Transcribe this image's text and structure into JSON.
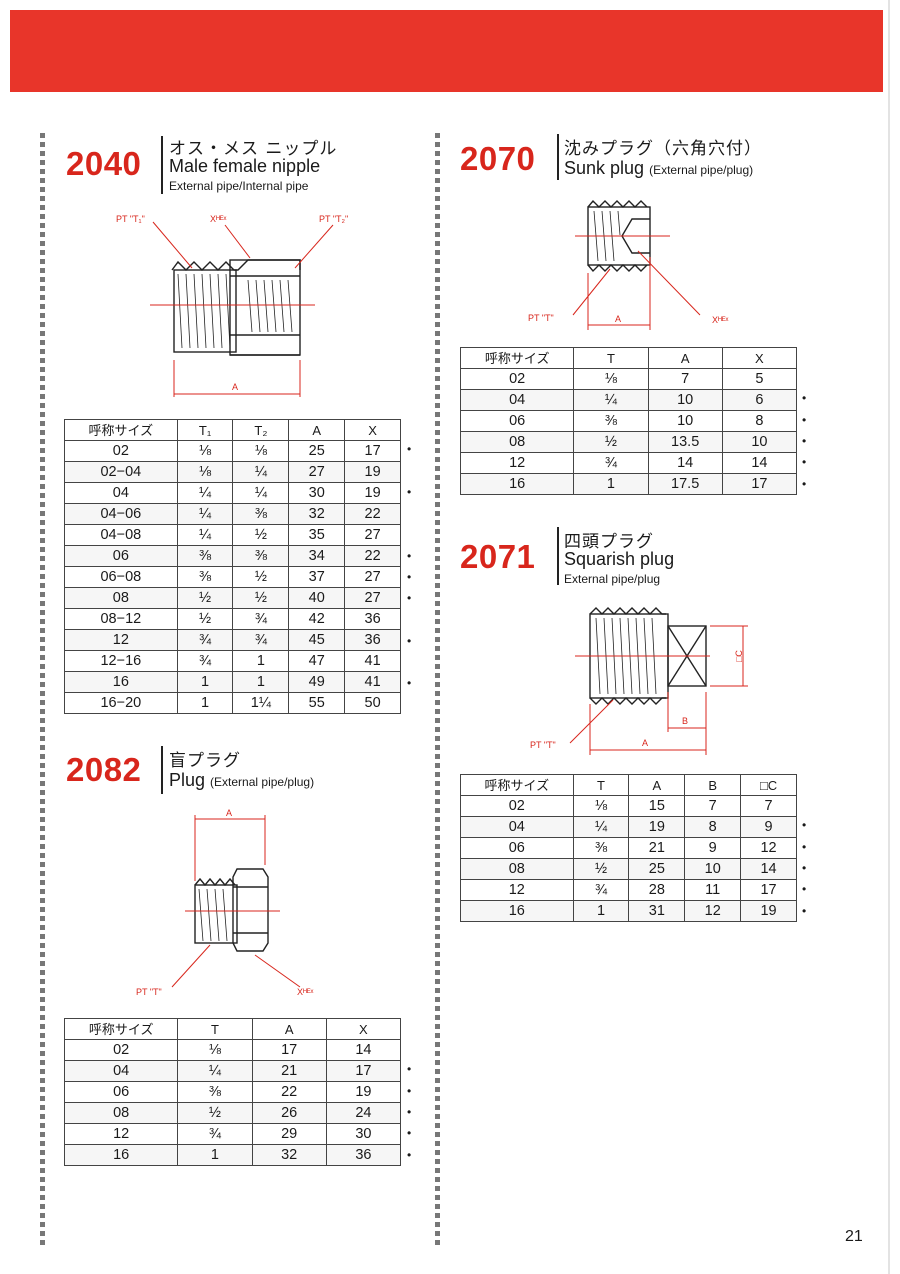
{
  "page_number": "21",
  "colors": {
    "header": "#e8352a",
    "code": "#d8261c",
    "annotation": "#d8261c"
  },
  "sections": {
    "s2040": {
      "code": "2040",
      "title_jp": "オス・メス ニップル",
      "title_en": "Male female nipple",
      "subtitle": "External pipe/Internal pipe",
      "diagram_labels": {
        "t1": "PT \"T₁\"",
        "x": "Xᴴᴱˣ",
        "t2": "PT \"T₂\"",
        "a": "A"
      },
      "headers": [
        "呼称サイズ",
        "T₁",
        "T₂",
        "A",
        "X"
      ],
      "rows": [
        [
          "02",
          "⅛",
          "⅛",
          "25",
          "17"
        ],
        [
          "02−04",
          "⅛",
          "¼",
          "27",
          "19"
        ],
        [
          "04",
          "¼",
          "¼",
          "30",
          "19"
        ],
        [
          "04−06",
          "¼",
          "⅜",
          "32",
          "22"
        ],
        [
          "04−08",
          "¼",
          "½",
          "35",
          "27"
        ],
        [
          "06",
          "⅜",
          "⅜",
          "34",
          "22"
        ],
        [
          "06−08",
          "⅜",
          "½",
          "37",
          "27"
        ],
        [
          "08",
          "½",
          "½",
          "40",
          "27"
        ],
        [
          "08−12",
          "½",
          "¾",
          "42",
          "36"
        ],
        [
          "12",
          "¾",
          "¾",
          "45",
          "36"
        ],
        [
          "12−16",
          "¾",
          "1",
          "47",
          "41"
        ],
        [
          "16",
          "1",
          "1",
          "49",
          "41"
        ],
        [
          "16−20",
          "1",
          "1¼",
          "55",
          "50"
        ]
      ],
      "marks": [
        "•",
        "",
        "•",
        "",
        "",
        "•",
        "•",
        "•",
        "",
        "•",
        "",
        "•",
        ""
      ]
    },
    "s2082": {
      "code": "2082",
      "title_jp": "盲プラグ",
      "title_en": "Plug",
      "title_en_note": "(External pipe/plug)",
      "diagram_labels": {
        "a": "A",
        "t": "PT \"T\"",
        "x": "Xᴴᴱˣ"
      },
      "headers": [
        "呼称サイズ",
        "T",
        "A",
        "X"
      ],
      "rows": [
        [
          "02",
          "⅛",
          "17",
          "14"
        ],
        [
          "04",
          "¼",
          "21",
          "17"
        ],
        [
          "06",
          "⅜",
          "22",
          "19"
        ],
        [
          "08",
          "½",
          "26",
          "24"
        ],
        [
          "12",
          "¾",
          "29",
          "30"
        ],
        [
          "16",
          "1",
          "32",
          "36"
        ]
      ],
      "marks": [
        "",
        "•",
        "•",
        "•",
        "•",
        "•"
      ]
    },
    "s2070": {
      "code": "2070",
      "title_jp": "沈みプラグ（六角穴付）",
      "title_en": "Sunk plug",
      "title_en_note": "(External pipe/plug)",
      "diagram_labels": {
        "t": "PT \"T\"",
        "a": "A",
        "x": "Xᴴᴱˣ"
      },
      "headers": [
        "呼称サイズ",
        "T",
        "A",
        "X"
      ],
      "rows": [
        [
          "02",
          "⅛",
          "7",
          "5"
        ],
        [
          "04",
          "¼",
          "10",
          "6"
        ],
        [
          "06",
          "⅜",
          "10",
          "8"
        ],
        [
          "08",
          "½",
          "13.5",
          "10"
        ],
        [
          "12",
          "¾",
          "14",
          "14"
        ],
        [
          "16",
          "1",
          "17.5",
          "17"
        ]
      ],
      "marks": [
        "",
        "•",
        "•",
        "•",
        "•",
        "•"
      ]
    },
    "s2071": {
      "code": "2071",
      "title_jp": "四頭プラグ",
      "title_en": "Squarish plug",
      "subtitle": "External pipe/plug",
      "diagram_labels": {
        "c": "□C",
        "b": "B",
        "t": "PT \"T\"",
        "a": "A"
      },
      "headers": [
        "呼称サイズ",
        "T",
        "A",
        "B",
        "□C"
      ],
      "rows": [
        [
          "02",
          "⅛",
          "15",
          "7",
          "7"
        ],
        [
          "04",
          "¼",
          "19",
          "8",
          "9"
        ],
        [
          "06",
          "⅜",
          "21",
          "9",
          "12"
        ],
        [
          "08",
          "½",
          "25",
          "10",
          "14"
        ],
        [
          "12",
          "¾",
          "28",
          "11",
          "17"
        ],
        [
          "16",
          "1",
          "31",
          "12",
          "19"
        ]
      ],
      "marks": [
        "",
        "•",
        "•",
        "•",
        "•",
        "•"
      ]
    }
  }
}
